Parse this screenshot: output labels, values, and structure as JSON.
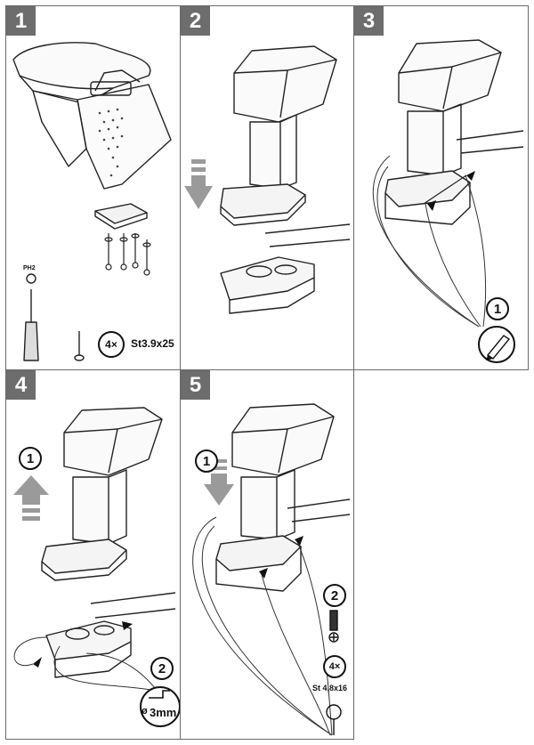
{
  "steps": [
    {
      "number": "1"
    },
    {
      "number": "2"
    },
    {
      "number": "3"
    },
    {
      "number": "4"
    },
    {
      "number": "5"
    }
  ],
  "step1": {
    "bit_label": "PH2",
    "screw_count": "4×",
    "screw_spec": "St3.9x25"
  },
  "step3": {
    "sub_step": "1"
  },
  "step4": {
    "sub_step_a": "1",
    "sub_step_b": "2",
    "drill_diameter": "ø",
    "drill_size": "3mm"
  },
  "step5": {
    "sub_step_a": "1",
    "sub_step_b": "2",
    "screw_count": "4×",
    "screw_spec": "St 4,8x16"
  },
  "colors": {
    "panel_border": "#6a6a6a",
    "badge_bg": "#6d6d6d",
    "badge_text": "#ffffff",
    "line": "#222222",
    "arrow_grey": "#9a9a9a"
  }
}
